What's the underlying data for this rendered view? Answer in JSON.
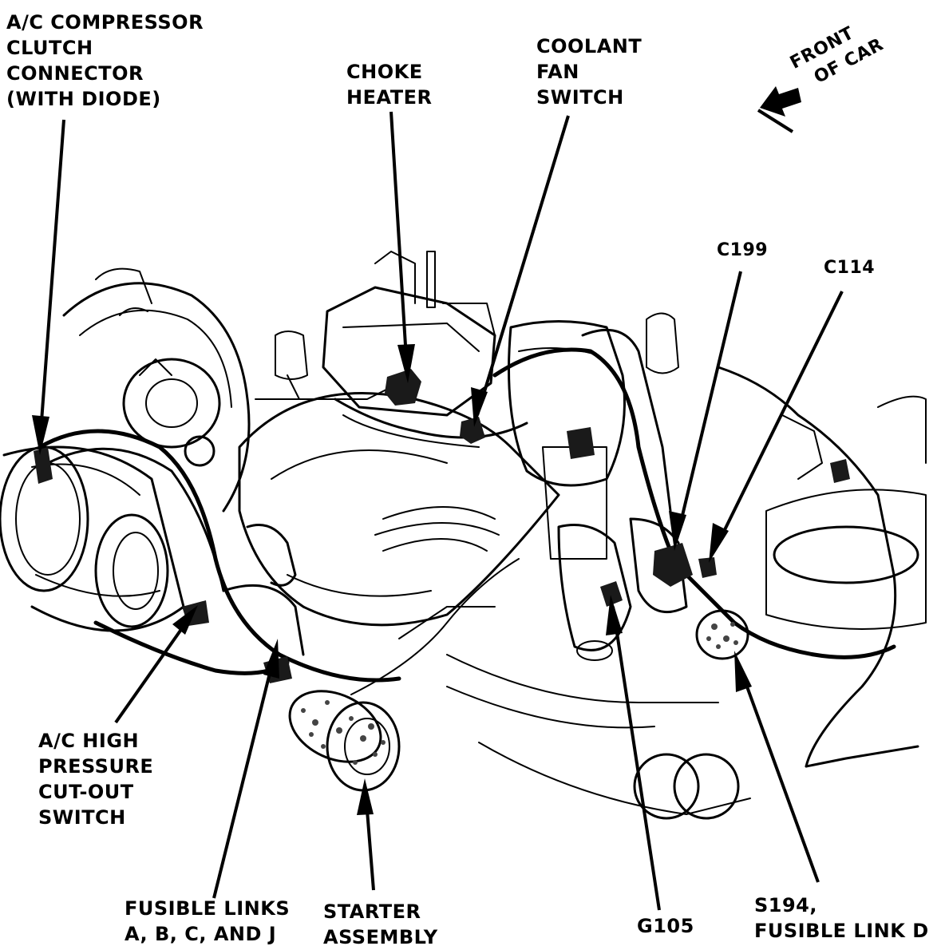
{
  "labels": {
    "ac_compressor_clutch": [
      "A/C COMPRESSOR",
      "CLUTCH",
      "CONNECTOR",
      "(WITH DIODE)"
    ],
    "choke_heater": [
      "CHOKE",
      "HEATER"
    ],
    "coolant_fan_switch": [
      "COOLANT",
      "FAN",
      "SWITCH"
    ],
    "front_of_car": [
      "FRONT",
      "OF CAR"
    ],
    "c199": "C199",
    "c114": "C114",
    "ac_high_pressure": [
      "A/C HIGH",
      "PRESSURE",
      "CUT-OUT",
      "SWITCH"
    ],
    "fusible_links": [
      "FUSIBLE LINKS",
      "A, B, C, AND J"
    ],
    "starter_assembly": [
      "STARTER",
      "ASSEMBLY"
    ],
    "g105": "G105",
    "s194": [
      "S194,",
      "FUSIBLE LINK D"
    ]
  }
}
